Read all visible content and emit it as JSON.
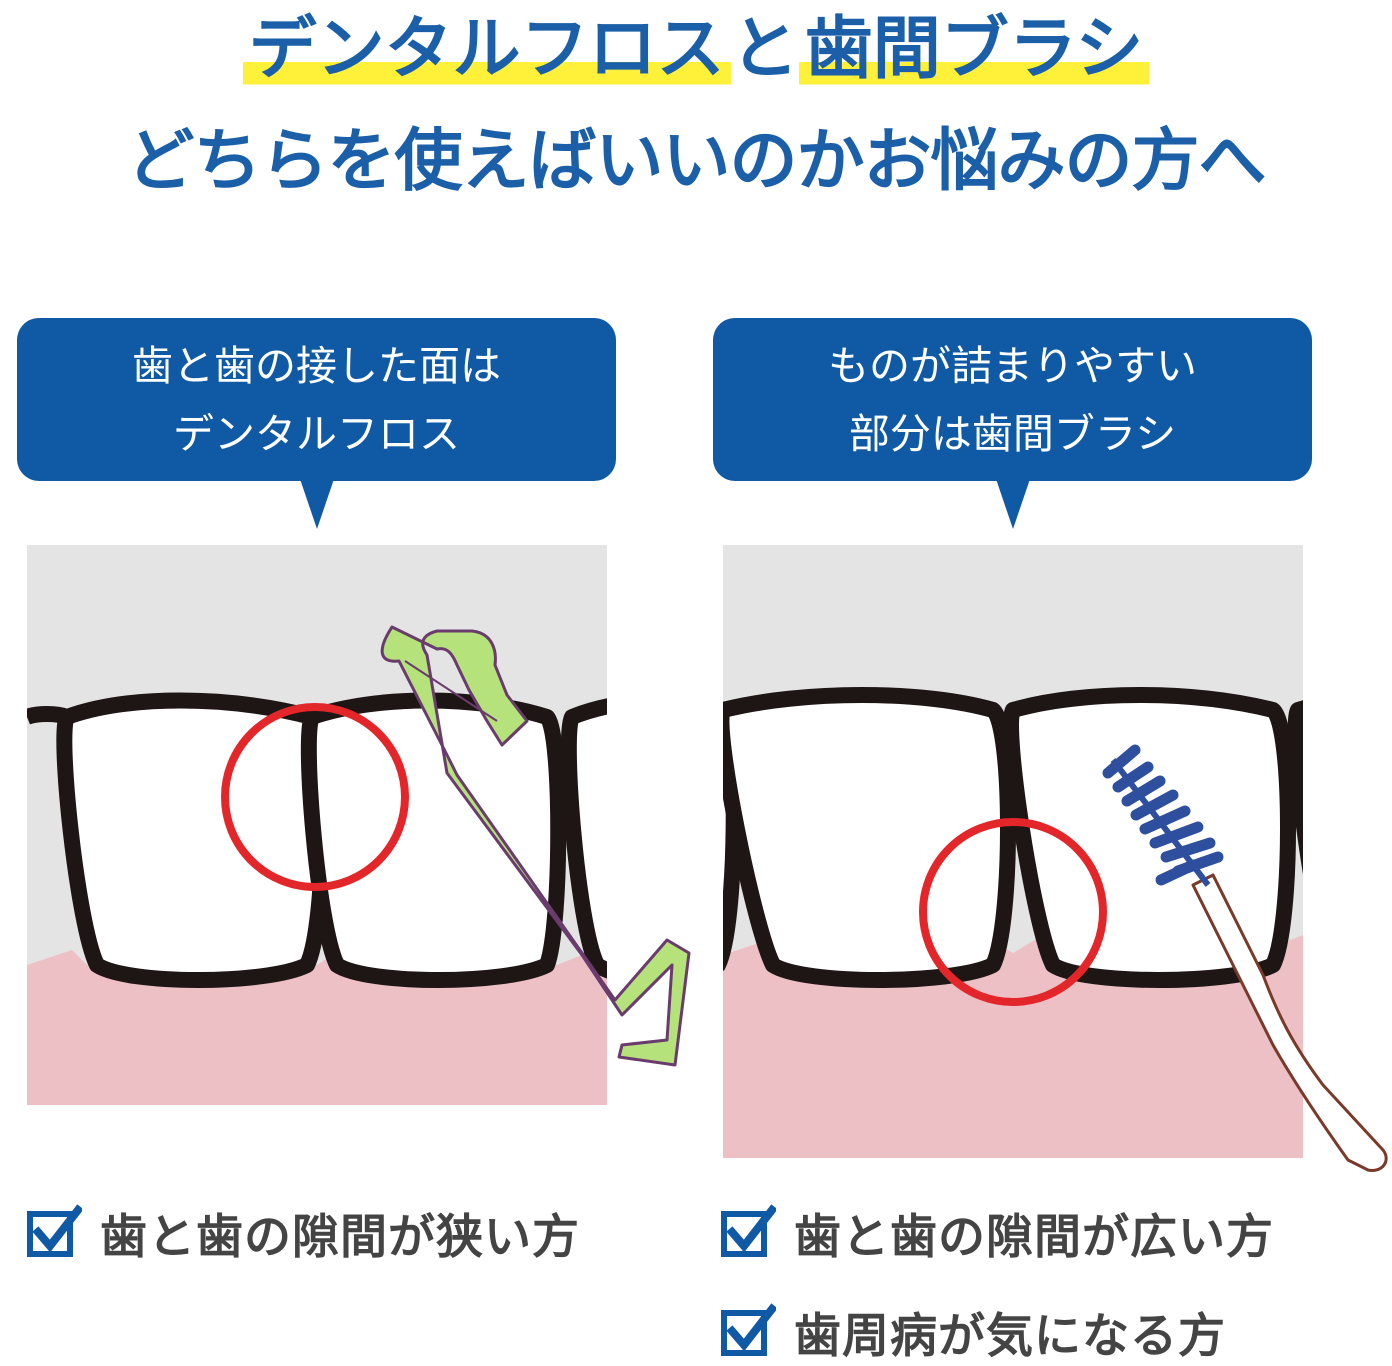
{
  "header": {
    "title_part1": "デンタルフロス",
    "title_connector": "と",
    "title_part2": "歯間ブラシ",
    "subtitle": "どちらを使えばいいのかお悩みの方へ"
  },
  "left_panel": {
    "bubble_line1": "歯と歯の接した面は",
    "bubble_line2": "デンタルフロス",
    "tool_icon": "dental-floss-pick",
    "checks": [
      "歯と歯の隙間が狭い方"
    ]
  },
  "right_panel": {
    "bubble_line1": "ものが詰まりやすい",
    "bubble_line2": "部分は歯間ブラシ",
    "tool_icon": "interdental-brush",
    "checks": [
      "歯と歯の隙間が広い方",
      "歯周病が気になる方"
    ]
  },
  "colors": {
    "brand_blue": "#1059a5",
    "title_blue": "#1b5fa8",
    "highlight_yellow": "#fff03a",
    "gum_pink": "#ecc0c5",
    "circle_red": "#e3262a",
    "floss_green": "#b5e27a",
    "brush_blue": "#2d4f9e"
  }
}
